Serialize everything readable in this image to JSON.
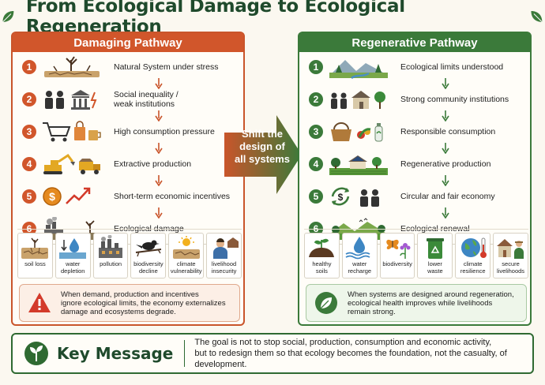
{
  "title": "From Ecological Damage to Ecological Regeneration",
  "damaging": {
    "header": "Damaging Pathway",
    "steps": [
      {
        "num": "1",
        "label": "Natural System under stress"
      },
      {
        "num": "2",
        "label": "Social inequality /\nweak institutions"
      },
      {
        "num": "3",
        "label": "High consumption pressure"
      },
      {
        "num": "4",
        "label": "Extractive production"
      },
      {
        "num": "5",
        "label": "Short-term economic incentives"
      },
      {
        "num": "6",
        "label": "Ecological damage"
      }
    ],
    "impacts": [
      {
        "label": "soil loss",
        "icon": "cracked-soil-icon"
      },
      {
        "label": "water\ndepletion",
        "icon": "water-drop-down-icon"
      },
      {
        "label": "pollution",
        "icon": "factory-smoke-icon"
      },
      {
        "label": "biodiversity\ndecline",
        "icon": "crow-on-branch-icon"
      },
      {
        "label": "climate\nvulnerability",
        "icon": "drought-sun-icon"
      },
      {
        "label": "livelihood\ninsecurity",
        "icon": "worried-person-icon"
      }
    ],
    "callout": "When demand, production and incentives\nignore ecological limits, the economy externalizes\ndamage and ecosystems degrade."
  },
  "shift": "Shift the\ndesign of\nall systems",
  "regenerative": {
    "header": "Regenerative Pathway",
    "steps": [
      {
        "num": "1",
        "label": "Ecological limits understood"
      },
      {
        "num": "2",
        "label": "Strong community institutions"
      },
      {
        "num": "3",
        "label": "Responsible consumption"
      },
      {
        "num": "4",
        "label": "Regenerative production"
      },
      {
        "num": "5",
        "label": "Circular and fair economy"
      },
      {
        "num": "6",
        "label": "Ecological renewal"
      }
    ],
    "impacts": [
      {
        "label": "healthy\nsoils",
        "icon": "healthy-soil-icon"
      },
      {
        "label": "water\nrecharge",
        "icon": "water-recharge-icon"
      },
      {
        "label": "biodiversity",
        "icon": "butterfly-flower-icon"
      },
      {
        "label": "lower\nwaste",
        "icon": "recycle-bin-icon"
      },
      {
        "label": "climate\nresilience",
        "icon": "globe-thermometer-icon"
      },
      {
        "label": "secure\nlivelihoods",
        "icon": "farmer-house-icon"
      }
    ],
    "callout": "When systems are designed around regeneration,\necological health improves while livelihoods\nremain strong."
  },
  "key": {
    "title": "Key Message",
    "text": "The goal is not to stop social, production, consumption and economic activity,\nbut to redesign them so that ecology becomes the foundation, not the casualty, of development."
  },
  "colors": {
    "damaging": "#d1562b",
    "regenerative": "#3b7a3a",
    "title": "#1f4a2c"
  }
}
